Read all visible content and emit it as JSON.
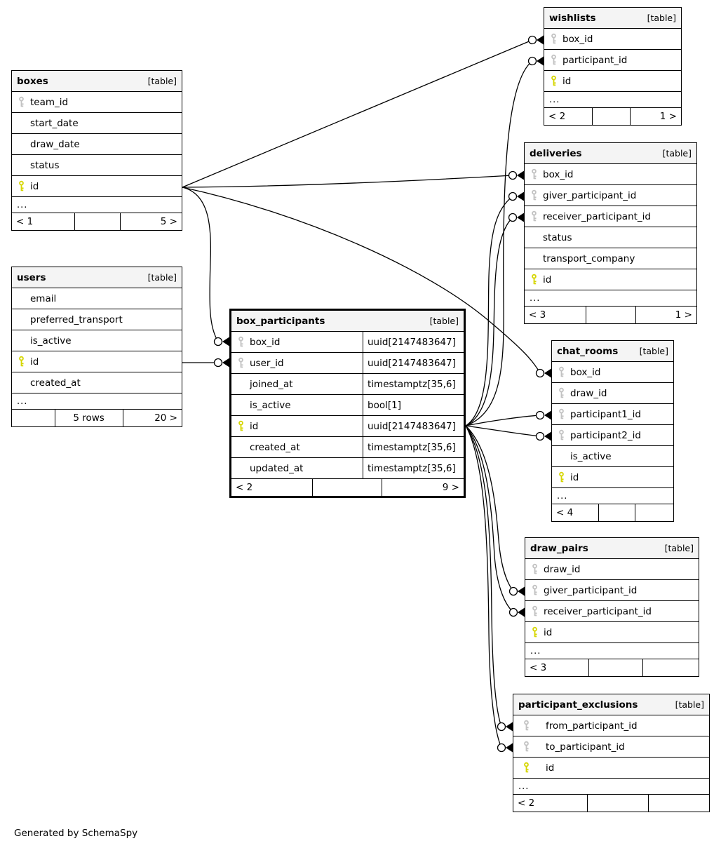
{
  "credit": "Generated by SchemaSpy",
  "key_colors": {
    "primary": "#d6d600",
    "foreign": "#c2c2c2"
  },
  "tables": [
    {
      "id": "boxes",
      "title": "boxes",
      "type_label": "[table]",
      "emphasized": false,
      "columns": [
        {
          "name": "team_id",
          "key": "fk"
        },
        {
          "name": "start_date",
          "key": null
        },
        {
          "name": "draw_date",
          "key": null
        },
        {
          "name": "status",
          "key": null
        },
        {
          "name": "id",
          "key": "pk"
        }
      ],
      "ellipsis": "...",
      "footer": {
        "left": "< 1",
        "center": "",
        "right": "5 >"
      }
    },
    {
      "id": "wishlists",
      "title": "wishlists",
      "type_label": "[table]",
      "emphasized": false,
      "columns": [
        {
          "name": "box_id",
          "key": "fk"
        },
        {
          "name": "participant_id",
          "key": "fk"
        },
        {
          "name": "id",
          "key": "pk"
        }
      ],
      "ellipsis": "...",
      "footer": {
        "left": "< 2",
        "center": "",
        "right": "1 >"
      }
    },
    {
      "id": "deliveries",
      "title": "deliveries",
      "type_label": "[table]",
      "emphasized": false,
      "columns": [
        {
          "name": "box_id",
          "key": "fk"
        },
        {
          "name": "giver_participant_id",
          "key": "fk"
        },
        {
          "name": "receiver_participant_id",
          "key": "fk"
        },
        {
          "name": "status",
          "key": null
        },
        {
          "name": "transport_company",
          "key": null
        },
        {
          "name": "id",
          "key": "pk"
        }
      ],
      "ellipsis": "...",
      "footer": {
        "left": "< 3",
        "center": "",
        "right": "1 >"
      }
    },
    {
      "id": "users",
      "title": "users",
      "type_label": "[table]",
      "emphasized": false,
      "columns": [
        {
          "name": "email",
          "key": null
        },
        {
          "name": "preferred_transport",
          "key": null
        },
        {
          "name": "is_active",
          "key": null
        },
        {
          "name": "id",
          "key": "pk"
        },
        {
          "name": "created_at",
          "key": null
        }
      ],
      "ellipsis": "...",
      "footer": {
        "left": "",
        "center": "5 rows",
        "right": "20 >"
      }
    },
    {
      "id": "box_participants",
      "title": "box_participants",
      "type_label": "[table]",
      "emphasized": true,
      "columns": [
        {
          "name": "box_id",
          "type": "uuid[2147483647]",
          "key": "fk"
        },
        {
          "name": "user_id",
          "type": "uuid[2147483647]",
          "key": "fk"
        },
        {
          "name": "joined_at",
          "type": "timestamptz[35,6]",
          "key": null
        },
        {
          "name": "is_active",
          "type": "bool[1]",
          "key": null
        },
        {
          "name": "id",
          "type": "uuid[2147483647]",
          "key": "pk"
        },
        {
          "name": "created_at",
          "type": "timestamptz[35,6]",
          "key": null
        },
        {
          "name": "updated_at",
          "type": "timestamptz[35,6]",
          "key": null
        }
      ],
      "ellipsis": null,
      "footer": {
        "left": "< 2",
        "center": "",
        "right": "9 >"
      }
    },
    {
      "id": "chat_rooms",
      "title": "chat_rooms",
      "type_label": "[table]",
      "emphasized": false,
      "columns": [
        {
          "name": "box_id",
          "key": "fk"
        },
        {
          "name": "draw_id",
          "key": "fk"
        },
        {
          "name": "participant1_id",
          "key": "fk"
        },
        {
          "name": "participant2_id",
          "key": "fk"
        },
        {
          "name": "is_active",
          "key": null
        },
        {
          "name": "id",
          "key": "pk"
        }
      ],
      "ellipsis": "...",
      "footer": {
        "left": "< 4",
        "center": "",
        "right": ""
      }
    },
    {
      "id": "draw_pairs",
      "title": "draw_pairs",
      "type_label": "[table]",
      "emphasized": false,
      "columns": [
        {
          "name": "draw_id",
          "key": "fk"
        },
        {
          "name": "giver_participant_id",
          "key": "fk"
        },
        {
          "name": "receiver_participant_id",
          "key": "fk"
        },
        {
          "name": "id",
          "key": "pk"
        }
      ],
      "ellipsis": "...",
      "footer": {
        "left": "< 3",
        "center": "",
        "right": ""
      }
    },
    {
      "id": "participant_exclusions",
      "title": "participant_exclusions",
      "type_label": "[table]",
      "emphasized": false,
      "columns": [
        {
          "name": "from_participant_id",
          "key": "fk"
        },
        {
          "name": "to_participant_id",
          "key": "fk"
        },
        {
          "name": "id",
          "key": "pk"
        }
      ],
      "ellipsis": "...",
      "footer": {
        "left": "< 2",
        "center": "",
        "right": ""
      }
    }
  ],
  "relationships": [
    {
      "from": "boxes.id",
      "to": "wishlists.box_id"
    },
    {
      "from": "boxes.id",
      "to": "deliveries.box_id"
    },
    {
      "from": "boxes.id",
      "to": "chat_rooms.box_id"
    },
    {
      "from": "boxes.id",
      "to": "box_participants.box_id"
    },
    {
      "from": "users.id",
      "to": "box_participants.user_id"
    },
    {
      "from": "box_participants.id",
      "to": "wishlists.participant_id"
    },
    {
      "from": "box_participants.id",
      "to": "deliveries.giver_participant_id"
    },
    {
      "from": "box_participants.id",
      "to": "deliveries.receiver_participant_id"
    },
    {
      "from": "box_participants.id",
      "to": "chat_rooms.participant1_id"
    },
    {
      "from": "box_participants.id",
      "to": "chat_rooms.participant2_id"
    },
    {
      "from": "box_participants.id",
      "to": "draw_pairs.giver_participant_id"
    },
    {
      "from": "box_participants.id",
      "to": "draw_pairs.receiver_participant_id"
    },
    {
      "from": "box_participants.id",
      "to": "participant_exclusions.from_participant_id"
    },
    {
      "from": "box_participants.id",
      "to": "participant_exclusions.to_participant_id"
    }
  ]
}
